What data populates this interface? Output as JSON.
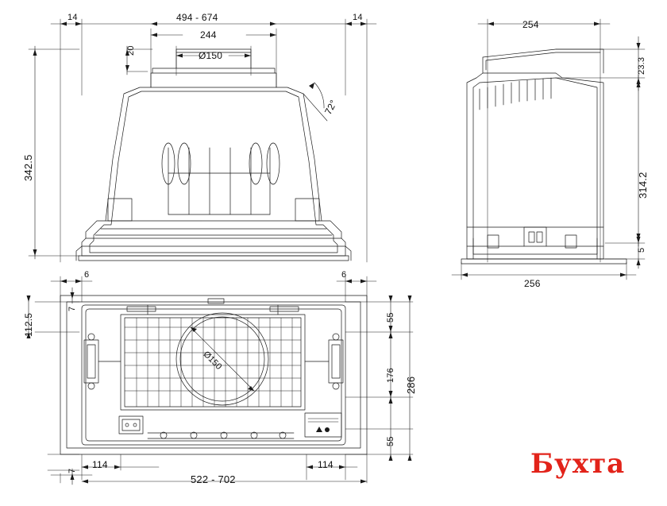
{
  "drawing": {
    "title": "Range hood technical dimension drawing",
    "views": [
      {
        "name": "front-view",
        "position": "top-left"
      },
      {
        "name": "side-view",
        "position": "top-right"
      },
      {
        "name": "bottom-view",
        "position": "bottom-left"
      }
    ],
    "line_color": "#1a1a1a",
    "background": "#ffffff"
  },
  "dimensions": {
    "front": {
      "left_margin": "14",
      "right_margin": "14",
      "top_span": "494 - 674",
      "duct_width": "244",
      "duct_diameter": "Ø150",
      "collar_height": "20",
      "angle": "72°",
      "total_height": "342.5"
    },
    "side": {
      "width_top": "254",
      "collar_height": "23.3",
      "body_height": "314.2",
      "foot_height": "5",
      "width_bottom": "256"
    },
    "bottom": {
      "left_offset": "6",
      "right_offset": "6",
      "top_inset": "7",
      "bottom_inset": "7",
      "left_height": "112.5",
      "diameter": "Ø150",
      "top_segment": "55",
      "middle_segment": "176",
      "bottom_segment": "55",
      "total_depth": "286",
      "left_base": "114",
      "right_base": "114",
      "total_width": "522 - 702"
    }
  },
  "watermark": {
    "text": "Бухта",
    "color": "#e2231a"
  }
}
